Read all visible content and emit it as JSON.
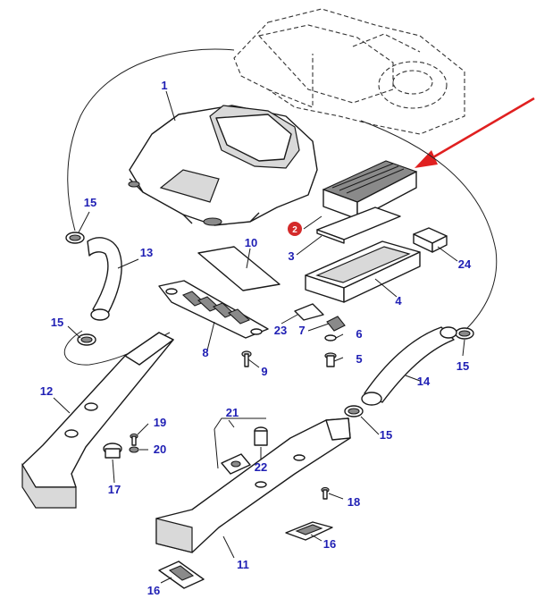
{
  "diagram": {
    "callouts": [
      {
        "key": "1",
        "label": "1"
      },
      {
        "key": "2",
        "label": "2"
      },
      {
        "key": "3",
        "label": "3"
      },
      {
        "key": "4",
        "label": "4"
      },
      {
        "key": "5",
        "label": "5"
      },
      {
        "key": "6",
        "label": "6"
      },
      {
        "key": "7",
        "label": "7"
      },
      {
        "key": "8",
        "label": "8"
      },
      {
        "key": "9",
        "label": "9"
      },
      {
        "key": "10",
        "label": "10"
      },
      {
        "key": "11",
        "label": "11"
      },
      {
        "key": "12",
        "label": "12"
      },
      {
        "key": "13",
        "label": "13"
      },
      {
        "key": "14",
        "label": "14"
      },
      {
        "key": "15a",
        "label": "15"
      },
      {
        "key": "15b",
        "label": "15"
      },
      {
        "key": "15c",
        "label": "15"
      },
      {
        "key": "15d",
        "label": "15"
      },
      {
        "key": "16a",
        "label": "16"
      },
      {
        "key": "16b",
        "label": "16"
      },
      {
        "key": "17",
        "label": "17"
      },
      {
        "key": "18",
        "label": "18"
      },
      {
        "key": "19",
        "label": "19"
      },
      {
        "key": "20",
        "label": "20"
      },
      {
        "key": "21",
        "label": "21"
      },
      {
        "key": "22",
        "label": "22"
      },
      {
        "key": "23",
        "label": "23"
      },
      {
        "key": "24",
        "label": "24"
      }
    ],
    "highlight_badge": "2",
    "colors": {
      "callout_text": "#1f1fb4",
      "highlight_badge": "#d42a2a",
      "pointer_arrow": "#e02020"
    },
    "icons": [
      "red-pointer-arrow"
    ]
  }
}
